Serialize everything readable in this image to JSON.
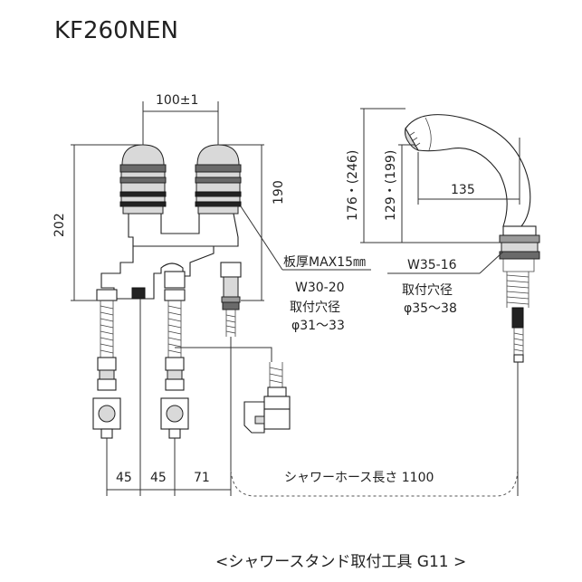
{
  "model": "KF260NEN",
  "dimensions": {
    "spacing_top": "100±1",
    "height_total": "202",
    "height_body": "190",
    "spout_height": "176・(246)",
    "spout_height_inner": "129・(199)",
    "spout_reach": "135",
    "bottom_left": "45",
    "bottom_mid": "45",
    "bottom_right": "71",
    "hose_length": "シャワーホース長さ 1100"
  },
  "notes": {
    "plate": "板厚MAX15㎜",
    "thread_left": "W30-20",
    "hole_left_label": "取付穴径",
    "hole_left_value": "φ31～33",
    "thread_right": "W35-16",
    "hole_right_label": "取付穴径",
    "hole_right_value": "φ35～38"
  },
  "caption": "<シャワースタンド取付工具 G11 >"
}
